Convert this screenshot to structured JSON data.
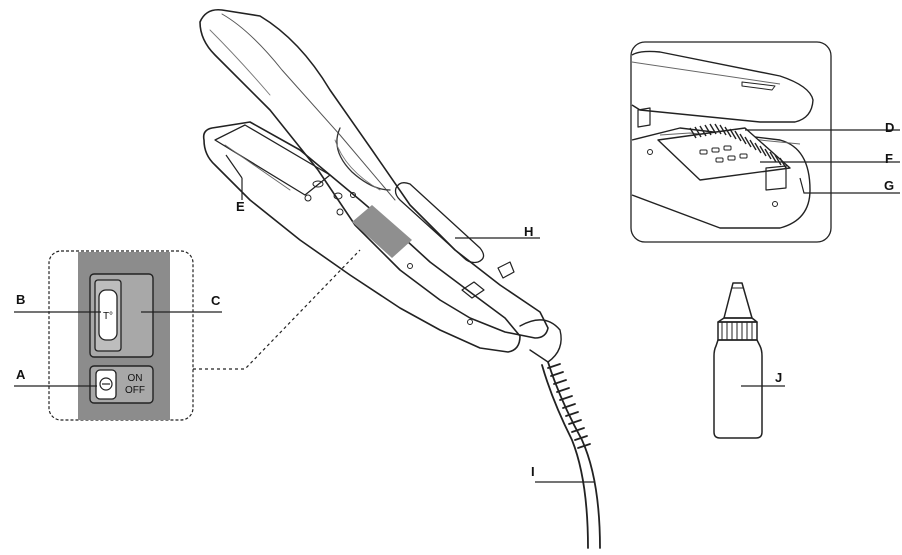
{
  "callouts": {
    "A": "A",
    "B": "B",
    "C": "C",
    "D": "D",
    "E": "E",
    "F": "F",
    "G": "G",
    "H": "H",
    "I": "I",
    "J": "J"
  },
  "controls": {
    "temp_label": "T°",
    "on_label": "ON",
    "off_label": "OFF"
  }
}
